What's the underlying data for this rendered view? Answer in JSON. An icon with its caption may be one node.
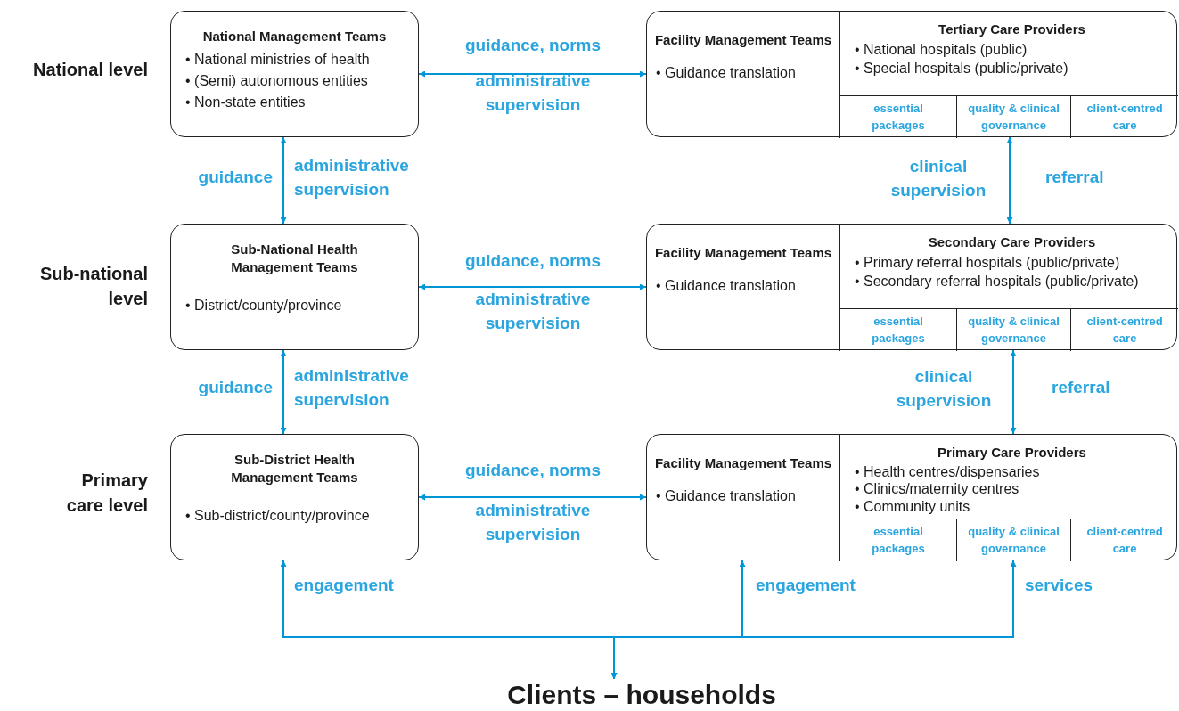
{
  "diagram": {
    "nodes": [
      {
        "text": [
          "National Management Teams",
          "• National ministries of health",
          "• (Semi) autonomous entities",
          "• Non-state entities"
        ]
      },
      {
        "text": [],
        "shape": "box"
      },
      {
        "text": [
          "Facility Management Teams",
          "• Guidance translation"
        ],
        "in": 1
      },
      {
        "text": [
          "Tertiary Care Providers",
          "• National hospitals (public)",
          "• Special hospitals (public/private)"
        ],
        "in": 1
      },
      {
        "text": [
          "essential packages"
        ],
        "in": 1
      },
      {
        "text": [
          "quality & clinical governance"
        ],
        "in": 1
      },
      {
        "text": [
          "client-centred care"
        ],
        "in": 1
      },
      {
        "text": [
          "Sub-National Health Management Teams",
          "• District/county/province"
        ]
      },
      {
        "text": [],
        "shape": "box"
      },
      {
        "text": [
          "Facility Management Teams",
          "• Guidance translation"
        ],
        "in": 8
      },
      {
        "text": [
          "Secondary Care Providers",
          "• Primary referral hospitals (public/private)",
          "• Secondary referral hospitals (public/private)"
        ],
        "in": 8
      },
      {
        "text": [
          "essential packages"
        ],
        "in": 8
      },
      {
        "text": [
          "quality & clinical governance"
        ],
        "in": 8
      },
      {
        "text": [
          "client-centred care"
        ],
        "in": 8
      },
      {
        "text": [
          "Sub-District Health Management Teams",
          "• Sub-district/county/province"
        ]
      },
      {
        "text": [],
        "shape": "box"
      },
      {
        "text": [
          "Facility Management Teams",
          "• Guidance translation"
        ],
        "in": 15
      },
      {
        "text": [
          "Primary Care Providers",
          "• Health centres/dispensaries",
          "• Clinics/maternity centres",
          "• Community units"
        ],
        "in": 15
      },
      {
        "text": [
          "essential packages"
        ],
        "in": 15
      },
      {
        "text": [
          "quality & clinical governance"
        ],
        "in": 15
      },
      {
        "text": [
          "client-centred care"
        ],
        "in": 15
      },
      {
        "text": [
          "Clients – households"
        ]
      }
    ],
    "edges": [
      {
        "from": 0,
        "to": 1,
        "arrow": "both",
        "label": "guidance, norms"
      },
      {
        "from": 7,
        "to": 8,
        "arrow": "both",
        "label": "guidance, norms"
      },
      {
        "from": 14,
        "to": 15,
        "arrow": "both",
        "label": "guidance, norms"
      },
      {
        "from": 0,
        "to": 7,
        "arrow": "both",
        "label": "guidance"
      },
      {
        "from": 7,
        "to": 14,
        "arrow": "both",
        "label": "guidance"
      },
      {
        "from": 1,
        "to": 8,
        "arrow": "both",
        "label": "clinical supervision"
      },
      {
        "from": 8,
        "to": 15,
        "arrow": "both",
        "label": "clinical supervision"
      },
      {
        "from": 21,
        "to": 14,
        "arrow": "both",
        "label": "engagement"
      },
      {
        "from": 21,
        "to": 15,
        "arrow": "both",
        "label": "engagement"
      },
      {
        "from": 21,
        "to": 15,
        "arrow": "both",
        "label": "services"
      }
    ],
    "labels": [
      "National level",
      "administrative supervision",
      "administrative supervision",
      "referral",
      "Sub-national level",
      "administrative supervision",
      "administrative supervision",
      "referral",
      "Primary care level",
      "administrative supervision"
    ]
  }
}
